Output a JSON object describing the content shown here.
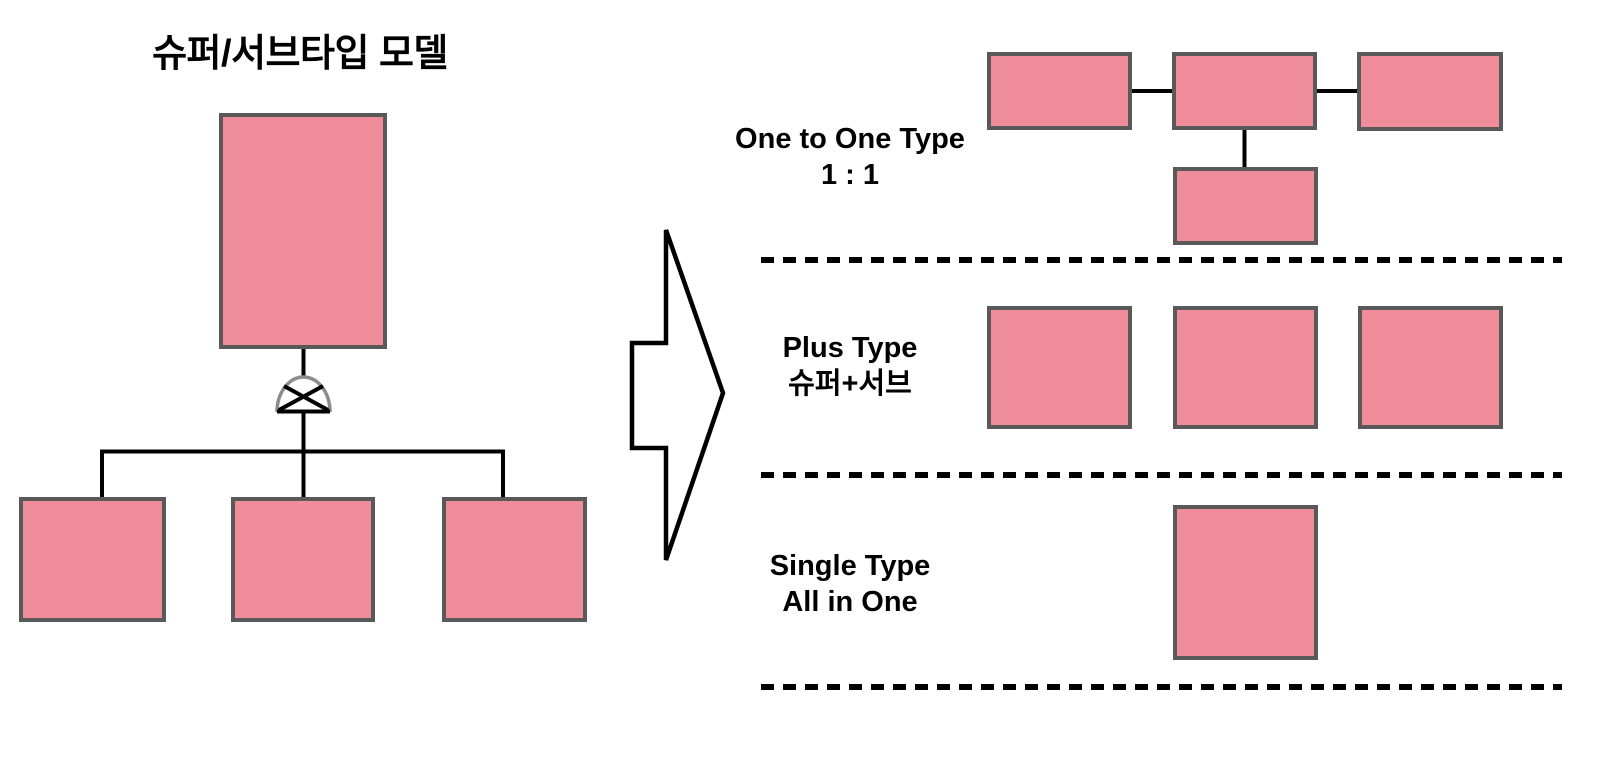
{
  "title": "슈퍼/서브타입 모델",
  "left_model": {
    "supertype_boxes": 1,
    "subtype_boxes": 3,
    "relationship_symbol": "exclusive-or-arc"
  },
  "sections": [
    {
      "id": "one-to-one",
      "line1": "One to One Type",
      "line2": "1 : 1",
      "box_count": 4
    },
    {
      "id": "plus",
      "line1": "Plus Type",
      "line2": "슈퍼+서브",
      "box_count": 3
    },
    {
      "id": "single",
      "line1": "Single Type",
      "line2": "All in One",
      "box_count": 1
    }
  ],
  "colors": {
    "box-fill": "#EF8E9A",
    "box-border": "#595959",
    "line": "#000000",
    "arc": "#8C8C8C",
    "background": "#FFFFFF",
    "text": "#000000"
  }
}
